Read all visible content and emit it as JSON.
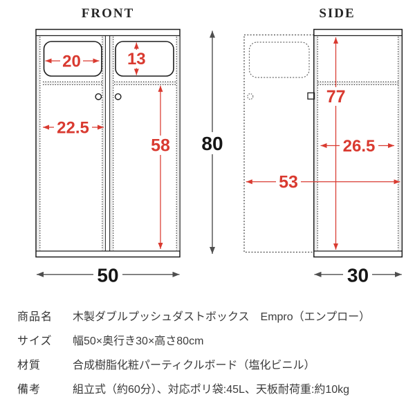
{
  "front": {
    "title": "FRONT",
    "dims": {
      "opening_width": "20",
      "opening_height": "13",
      "door_width": "22.5",
      "door_height": "58",
      "total_height": "80",
      "total_width": "50"
    }
  },
  "side": {
    "title": "SIDE",
    "dims": {
      "inner_height": "77",
      "inner_depth": "26.5",
      "open_depth": "53",
      "total_depth": "30"
    }
  },
  "colors": {
    "dimension_red": "#d93a30",
    "dimension_gray": "#4e4e4e",
    "outline_black": "#1c1c1c"
  },
  "spec_table": {
    "rows": [
      {
        "label": "商品名",
        "value": "木製ダブルプッシュダストボックス　Empro（エンプロー）"
      },
      {
        "label": "サイズ",
        "value": "幅50×奥行き30×高さ80cm"
      },
      {
        "label": "材質",
        "value": "合成樹脂化粧パーティクルボード（塩化ビニル）"
      },
      {
        "label": "備考",
        "value": "組立式（約60分）、対応ポリ袋:45L、天板耐荷重:約10kg"
      }
    ]
  }
}
